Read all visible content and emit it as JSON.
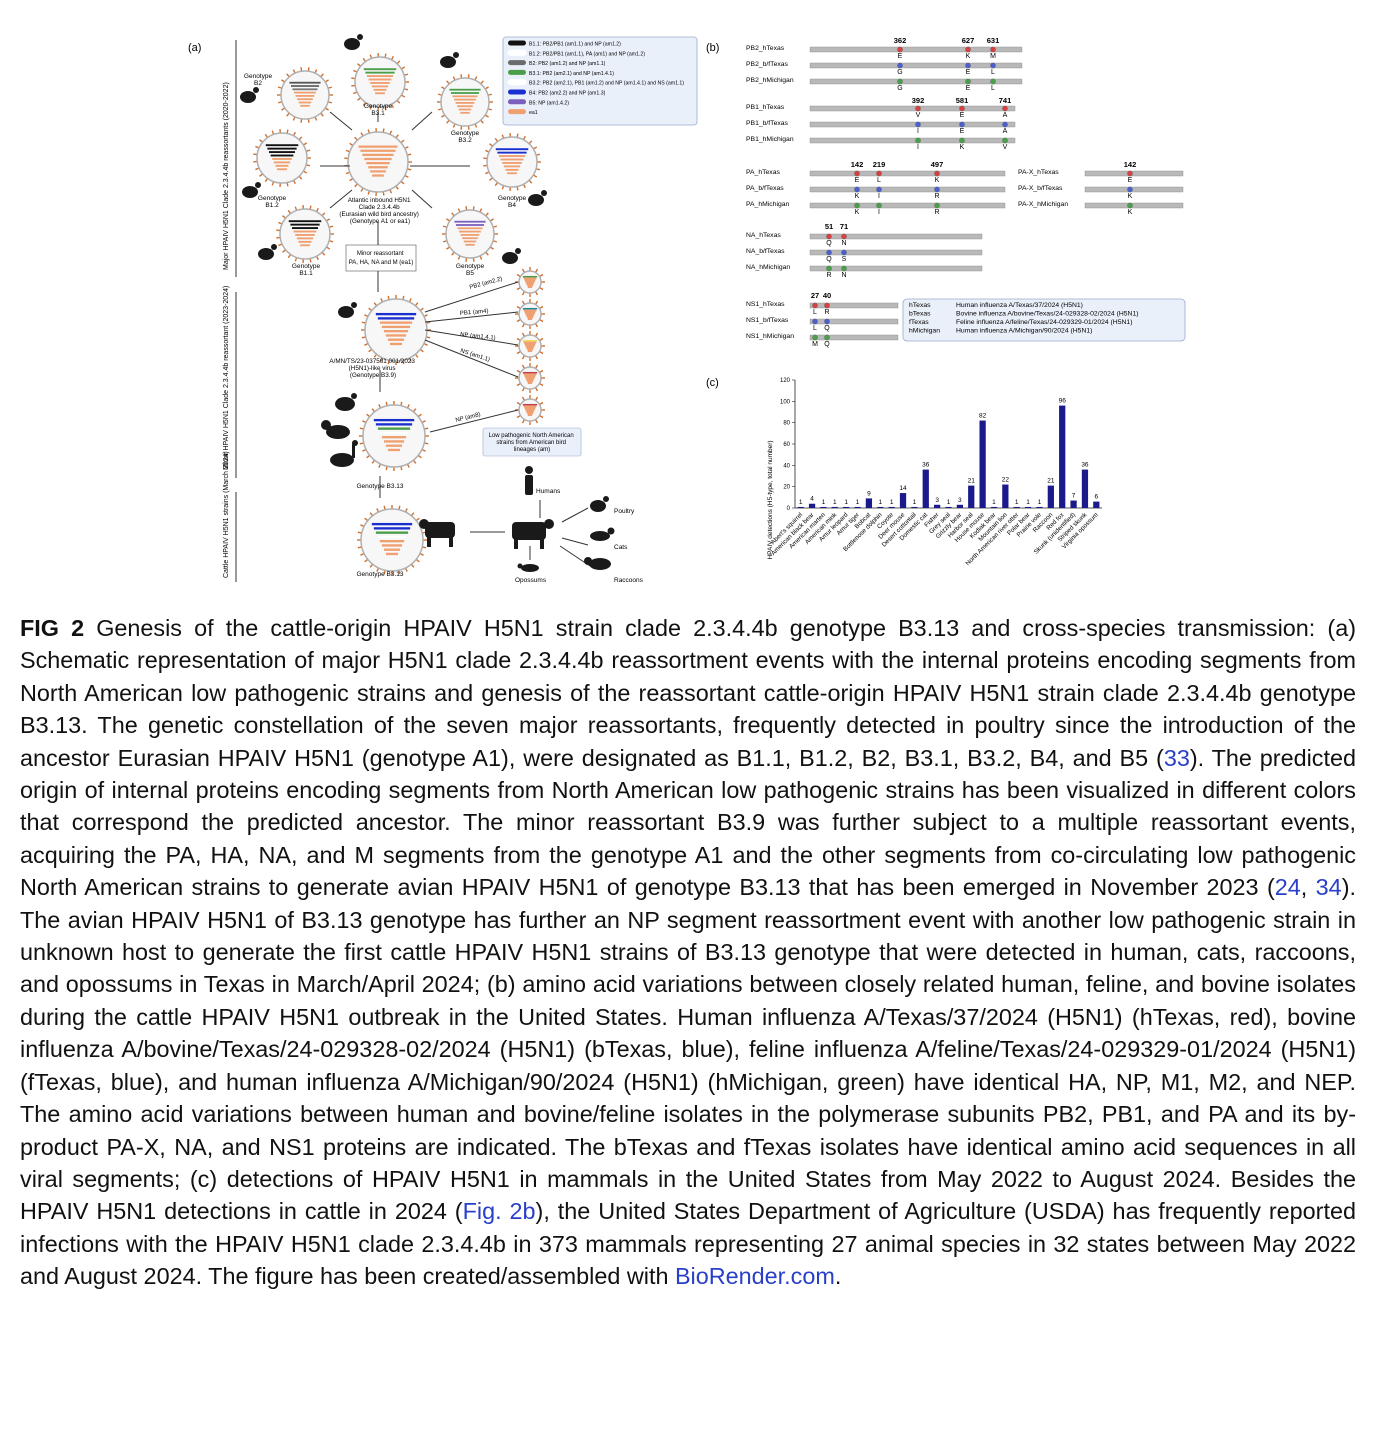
{
  "panel_labels": {
    "a": "(a)",
    "b": "(b)",
    "c": "(c)"
  },
  "panel_a": {
    "side_labels": [
      "Major HPAIV H5N1 Clade 2.3.4.4b reassortants (2020-2022)",
      "Minor HPAIV H5N1 Clade 2.3.4.4b reassortant (2023-2024)",
      "Cattle HPAIV H5N1 strains (March 2024)"
    ],
    "legend": [
      {
        "text": "B1.1: PB2/PB1 (am1.1) and NP (am1.2)",
        "color": "#111111"
      },
      {
        "text": "B1.2: PB2/PB1 (am1.1), PA (am1) and NP (am1.2)",
        "color": "#ffffff"
      },
      {
        "text": "B2: PB2 (am1.2) and NP (am1.1)",
        "color": "#6b6b6b"
      },
      {
        "text": "B3.1: PB2 (am2.1) and NP (am1.4.1)",
        "color": "#4a9e4a"
      },
      {
        "text": "B3.2: PB2 (am2.1), PB1 (am1.2) and NP (am1.4.1) and NS (am1.1)",
        "color": "#ffffff"
      },
      {
        "text": "B4: PB2 (am2.2) and NP (am1.3)",
        "color": "#1a2fd0"
      },
      {
        "text": "B5: NP (am1.4.2)",
        "color": "#7d5fc0"
      },
      {
        "text": "ea1",
        "color": "#f0a070"
      }
    ],
    "genotype_labels": [
      "Genotype B2",
      "Genotype B3.1",
      "Genotype B3.2",
      "Genotype B1.2",
      "Genotype B4",
      "Genotype B1.1",
      "Genotype B5",
      "Genotype B3.13",
      "Genotype B3.13"
    ],
    "center_label": [
      "Atlantic inbound H5N1",
      "Clade 2.3.4.4b",
      "(Eurasian wild bird ancestry)",
      "(Genotype A1 or ea1)"
    ],
    "minor_box": [
      "Minor reassortant",
      "PA, HA, NA and M (ea1)"
    ],
    "b39_label": [
      "A/MN/TS/23-037501 001/2023",
      "(H5N1)-like virus",
      "(Genotype B3.9)"
    ],
    "arrow_labels": [
      "PB2 (am2.2)",
      "PB1 (am4)",
      "NP (am1.4.1)",
      "NS (am1.1)",
      "NP (am8)"
    ],
    "lowpath_box": [
      "Low pathogenic North American",
      "strains from American bird",
      "lineages (am)"
    ],
    "host_labels": [
      "Humans",
      "Poultry",
      "Cats",
      "Opossums",
      "Raccoons"
    ]
  },
  "panel_b": {
    "groups": [
      {
        "rows": [
          "PB2_hTexas",
          "PB2_b/fTexas",
          "PB2_hMichigan"
        ],
        "positions": [
          "362",
          "627",
          "631"
        ],
        "residues": [
          [
            "E",
            "K",
            "M"
          ],
          [
            "G",
            "E",
            "L"
          ],
          [
            "G",
            "E",
            "L"
          ]
        ]
      },
      {
        "rows": [
          "PB1_hTexas",
          "PB1_b/fTexas",
          "PB1_hMichigan"
        ],
        "positions": [
          "392",
          "581",
          "741"
        ],
        "residues": [
          [
            "V",
            "E",
            "A"
          ],
          [
            "I",
            "E",
            "A"
          ],
          [
            "I",
            "K",
            "V"
          ]
        ]
      },
      {
        "rows": [
          "PA_hTexas",
          "PA_b/fTexas",
          "PA_hMichigan"
        ],
        "positions": [
          "142",
          "219",
          "497"
        ],
        "residues": [
          [
            "E",
            "L",
            "K"
          ],
          [
            "K",
            "I",
            "R"
          ],
          [
            "K",
            "I",
            "R"
          ]
        ]
      },
      {
        "rows": [
          "PA-X_hTexas",
          "PA-X_b/fTexas",
          "PA-X_hMichigan"
        ],
        "positions": [
          "142"
        ],
        "residues": [
          [
            "E"
          ],
          [
            "K"
          ],
          [
            "K"
          ]
        ]
      },
      {
        "rows": [
          "NA_hTexas",
          "NA_b/fTexas",
          "NA_hMichigan"
        ],
        "positions": [
          "51",
          "71"
        ],
        "residues": [
          [
            "Q",
            "N"
          ],
          [
            "Q",
            "S"
          ],
          [
            "R",
            "N"
          ]
        ]
      },
      {
        "rows": [
          "NS1_hTexas",
          "NS1_b/fTexas",
          "NS1_hMichigan"
        ],
        "positions": [
          "27",
          "40"
        ],
        "residues": [
          [
            "L",
            "R"
          ],
          [
            "L",
            "Q"
          ],
          [
            "M",
            "Q"
          ]
        ]
      }
    ],
    "key": [
      {
        "abbr": "hTexas",
        "name": "Human influenza A/Texas/37/2024 (H5N1)"
      },
      {
        "abbr": "bTexas",
        "name": "Bovine influenza A/bovine/Texas/24-029328-02/2024 (H5N1)"
      },
      {
        "abbr": "fTexas",
        "name": "Feline influenza A/feline/Texas/24-029329-01/2024 (H5N1)"
      },
      {
        "abbr": "hMichigan",
        "name": "Human influenza A/Michigan/90/2024 (H5N1)"
      }
    ]
  },
  "chart_data": {
    "type": "bar",
    "ylabel": "HPAIV detections (H5-type, total number)",
    "ylim": [
      0,
      120
    ],
    "yticks": [
      0,
      20,
      40,
      60,
      80,
      100,
      120
    ],
    "categories": [
      "Abert's squirrel",
      "American black bear",
      "American marten",
      "American mink",
      "Amur leopard",
      "Amur tiger",
      "Bobcat",
      "Bottlenose dolphin",
      "Coyote",
      "Deer mouse",
      "Desert cottontail",
      "Domestic cat",
      "Fisher",
      "Grey seal",
      "Grizzly bear",
      "Harbor seal",
      "House mouse",
      "Kodiak bear",
      "Mountain lion",
      "North American river otter",
      "Polar bear",
      "Prairie vole",
      "Raccoon",
      "Red fox",
      "Skunk (unidentified)",
      "Striped skunk",
      "Virginia opossum"
    ],
    "values": [
      1,
      4,
      1,
      1,
      1,
      1,
      9,
      1,
      1,
      14,
      1,
      36,
      3,
      1,
      3,
      21,
      82,
      1,
      22,
      1,
      1,
      1,
      21,
      96,
      7,
      36,
      6
    ],
    "bar_color": "#1a1a8c"
  },
  "caption": {
    "fig": "FIG 2",
    "p1": " Genesis of the cattle-origin HPAIV H5N1 strain clade 2.3.4.4b genotype B3.13 and cross-species transmission: (a) Schematic representation of major H5N1 clade 2.3.4.4b reassortment events with the internal proteins encoding segments from North American low pathogenic strains and genesis of the reassortant cattle-origin HPAIV H5N1 strain clade 2.3.4.4b genotype B3.13. The genetic constellation of the seven major reassortants, frequently detected in poultry since the introduction of the ancestor Eurasian HPAIV H5N1 (genotype A1), were designated as B1.1, B1.2, B2, B3.1, B3.2, B4, and B5 (",
    "ref33": "33",
    "p2": "). The predicted origin of internal proteins encoding segments from North American low pathogenic strains has been visualized in different colors that correspond the predicted ancestor. The minor reassortant B3.9 was further subject to a multiple reassortant events, acquiring the PA, HA, NA, and M segments from the genotype A1 and the other segments from co-circulating low pathogenic North American strains to generate avian HPAIV H5N1 of genotype B3.13 that has been emerged in November 2023 (",
    "ref24": "24",
    "sep": ", ",
    "ref34": "34",
    "p3": "). The avian HPAIV H5N1 of B3.13 genotype has further an NP segment reassortment event with another low pathogenic strain in unknown host to generate the first cattle HPAIV H5N1 strains of B3.13 genotype that were detected in human, cats, raccoons, and opossums in Texas in March/April 2024; (b) amino acid variations between closely related human, feline, and bovine isolates during the cattle HPAIV H5N1 outbreak in the United States. Human influenza A/Texas/37/2024 (H5N1) (hTexas, red), bovine influenza A/bovine/Texas/24-029328-02/2024 (H5N1) (bTexas, blue), feline influenza A/feline/Texas/24-029329-01/2024 (H5N1) (fTexas, blue), and human influenza A/Michigan/90/2024 (H5N1) (hMichigan, green) have identical HA, NP, M1, M2, and NEP. The amino acid variations between human and bovine/feline isolates in the polymerase subunits PB2, PB1, and PA and its by-product PA-X, NA, and NS1 proteins are indicated. The bTexas and fTexas isolates have identical amino acid sequences in all viral segments; (c) detections of HPAIV H5N1 in mammals in the United States from May 2022 to August 2024. Besides the HPAIV H5N1 detections in cattle in 2024 (",
    "ref2b": "Fig. 2b",
    "p4": "), the United States Department of Agriculture (USDA) has frequently reported infections with the HPAIV H5N1 clade 2.3.4.4b in 373 mammals representing 27 animal species in 32 states between May 2022 and August 2024. The figure has been created/assembled with ",
    "link": "BioRender.com",
    "p5": "."
  },
  "colors": {
    "hTexas": "#d94040",
    "bfTexas": "#4a5fd0",
    "hMichigan": "#4aa04a",
    "link": "#2a3fc8"
  }
}
